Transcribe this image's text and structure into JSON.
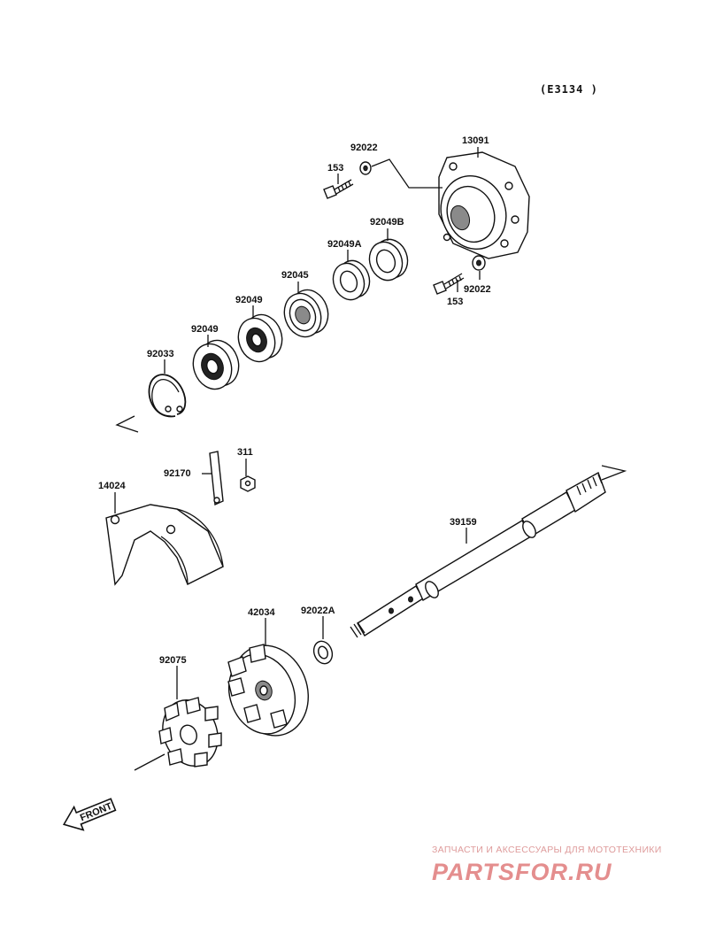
{
  "diagram_code": "(E3134 )",
  "parts": {
    "p92022_top": "92022",
    "p13091": "13091",
    "p153_top": "153",
    "p92049B": "92049B",
    "p92049A": "92049A",
    "p92045": "92045",
    "p92049_a": "92049",
    "p92049_b": "92049",
    "p92033": "92033",
    "p153_bottom": "153",
    "p92022_bottom": "92022",
    "p311": "311",
    "p92170": "92170",
    "p14024": "14024",
    "p39159": "39159",
    "p42034": "42034",
    "p92022A": "92022A",
    "p92075": "92075"
  },
  "front_label": "FRONT",
  "watermark": {
    "tagline": "ЗАПЧАСТИ И АКСЕССУАРЫ ДЛЯ МОТОТЕХНИКИ",
    "logo": "PARTSFOR.RU"
  }
}
